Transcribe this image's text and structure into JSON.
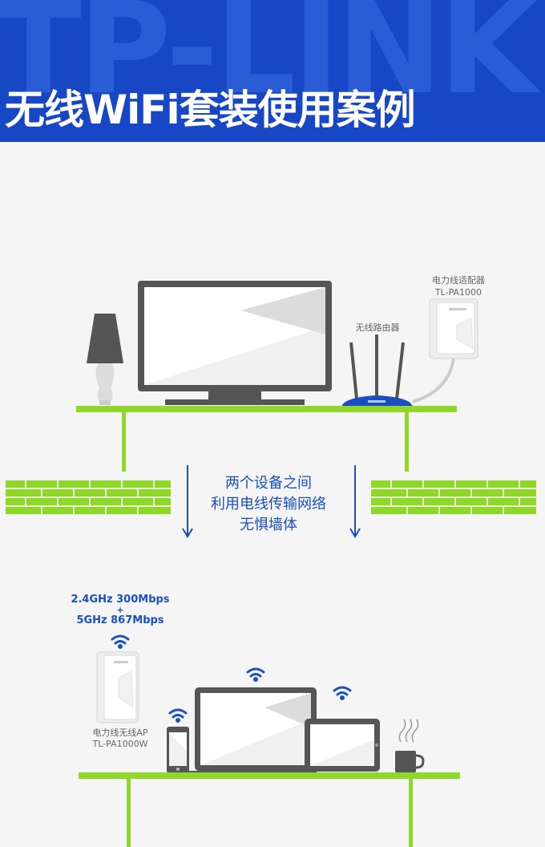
{
  "banner": {
    "watermark": "TP-LINK",
    "title": "无线WiFi套装使用案例"
  },
  "top_scene": {
    "adapter_label_1": "电力线适配器",
    "adapter_label_2": "TL-PA1000",
    "router_label": "无线路由器"
  },
  "middle": {
    "line1": "两个设备之间",
    "line2": "利用电线传输网络",
    "line3": "无惧墙体"
  },
  "bottom_scene": {
    "speed_line1": "2.4GHz 300Mbps",
    "speed_plus": "+",
    "speed_line2": "5GHz 867Mbps",
    "ap_label_1": "电力线无线AP",
    "ap_label_2": "TL-PA1000W"
  },
  "colors": {
    "brand_blue": "#1747c4",
    "text_blue": "#1a4fc4",
    "shelf_green": "#8fd82a",
    "device_gray": "#555555"
  }
}
